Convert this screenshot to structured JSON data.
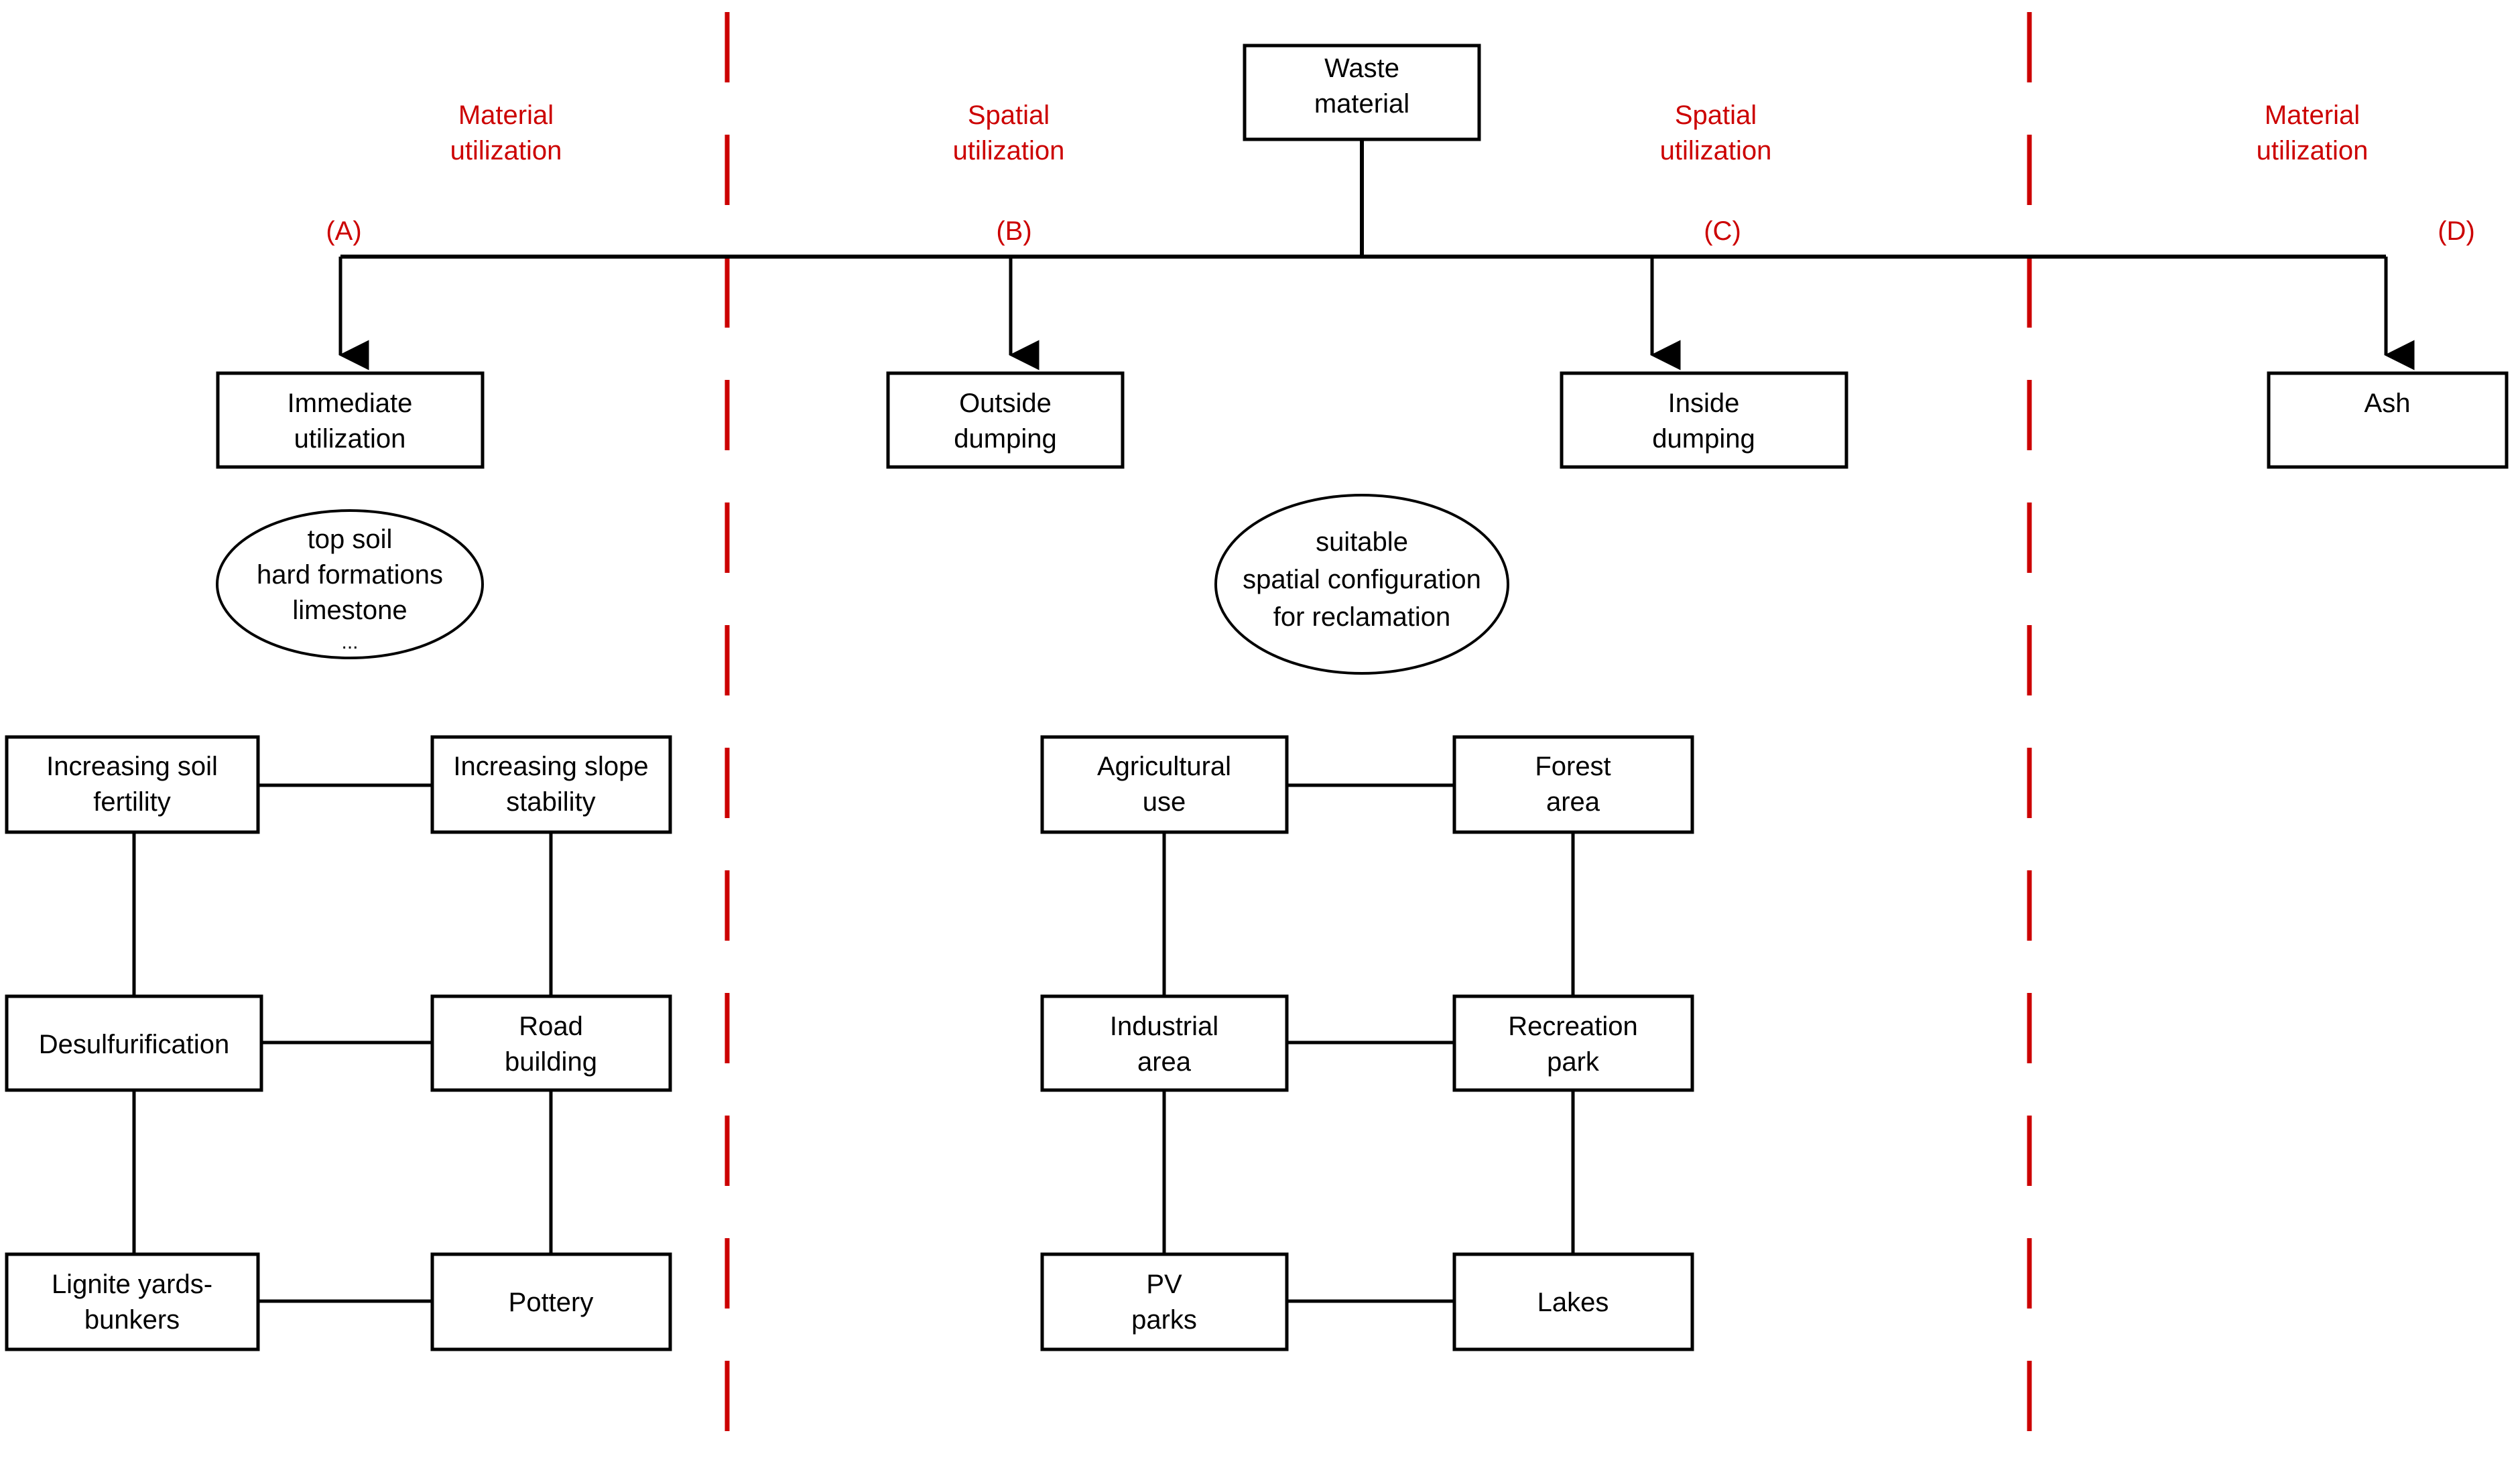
{
  "diagram": {
    "title_box": {
      "lines": [
        "Waste",
        "material"
      ]
    },
    "column_headers": [
      {
        "id": "hdr-a",
        "lines": [
          "Material",
          "utilization"
        ],
        "color": "#cc0000"
      },
      {
        "id": "hdr-b",
        "lines": [
          "Spatial",
          "utilization"
        ],
        "color": "#cc0000"
      },
      {
        "id": "hdr-c",
        "lines": [
          "Spatial",
          "utilization"
        ],
        "color": "#cc0000"
      },
      {
        "id": "hdr-d",
        "lines": [
          "Material",
          "utilization"
        ],
        "color": "#cc0000"
      }
    ],
    "branch_labels": [
      {
        "id": "branch-a",
        "label": "(A)"
      },
      {
        "id": "branch-b",
        "label": "(B)"
      },
      {
        "id": "branch-c",
        "label": "(C)"
      },
      {
        "id": "branch-d",
        "label": "(D)"
      }
    ],
    "category_boxes": [
      {
        "id": "cat-immediate-utilization",
        "lines": [
          "Immediate",
          "utilization"
        ]
      },
      {
        "id": "cat-outside-dumping",
        "lines": [
          "Outside",
          "dumping"
        ]
      },
      {
        "id": "cat-inside-dumping",
        "lines": [
          "Inside",
          "dumping"
        ]
      },
      {
        "id": "cat-ash",
        "lines": [
          "Ash"
        ]
      }
    ],
    "ellipses": [
      {
        "id": "ellipse-material-properties",
        "lines": [
          "top soil",
          "hard formations",
          "limestone"
        ],
        "dots": "..."
      },
      {
        "id": "ellipse-spatial-suitability",
        "lines": [
          "suitable",
          "spatial configuration",
          "for reclamation"
        ],
        "dots": ""
      }
    ],
    "left_grid": {
      "rows": [
        [
          {
            "id": "box-increasing-soil-fertility",
            "lines": [
              "Increasing soil",
              "fertility"
            ]
          },
          {
            "id": "box-increasing-slope-stability",
            "lines": [
              "Increasing slope",
              "stability"
            ]
          }
        ],
        [
          {
            "id": "box-desulfurification",
            "lines": [
              "Desulfurification"
            ]
          },
          {
            "id": "box-road-building",
            "lines": [
              "Road",
              "building"
            ]
          }
        ],
        [
          {
            "id": "box-lignite-yards-bunkers",
            "lines": [
              "Lignite yards-",
              "bunkers"
            ]
          },
          {
            "id": "box-pottery",
            "lines": [
              "Pottery"
            ]
          }
        ]
      ]
    },
    "middle_grid": {
      "rows": [
        [
          {
            "id": "box-agricultural-use",
            "lines": [
              "Agricultural",
              "use"
            ]
          },
          {
            "id": "box-forest-area",
            "lines": [
              "Forest",
              "area"
            ]
          }
        ],
        [
          {
            "id": "box-industrial-area",
            "lines": [
              "Industrial",
              "area"
            ]
          },
          {
            "id": "box-recreation-park",
            "lines": [
              "Recreation",
              "park"
            ]
          }
        ],
        [
          {
            "id": "box-pv-parks",
            "lines": [
              "PV",
              "parks"
            ]
          },
          {
            "id": "box-lakes",
            "lines": [
              "Lakes"
            ]
          }
        ]
      ]
    },
    "colors": {
      "accent_red": "#cc0000",
      "line_black": "#000000",
      "background": "#ffffff"
    }
  }
}
